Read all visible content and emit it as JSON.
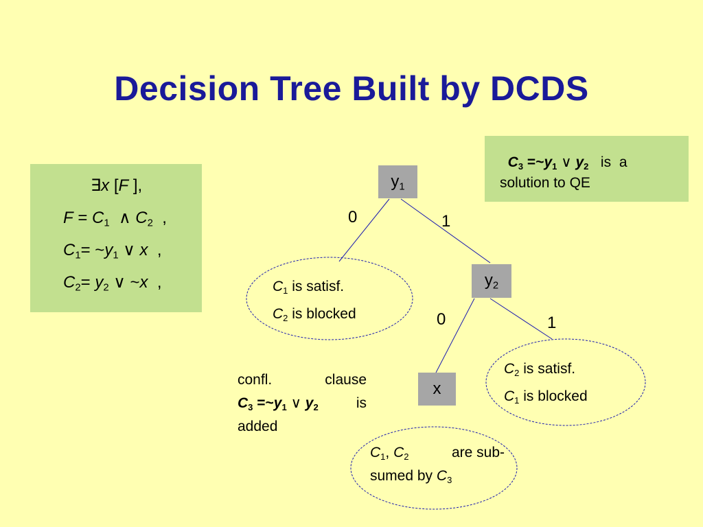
{
  "title": "Decision Tree Built by DCDS",
  "formula": {
    "exists": "∃",
    "line1_var": "x",
    "line1_open": "[",
    "line1_F": "F",
    "line1_close": "],",
    "line2": {
      "F": "F",
      "eq": "=",
      "C": "C",
      "sub1": "1",
      "and": "∧",
      "sub2": "2",
      "end": ","
    },
    "line3": {
      "C": "C",
      "sub": "1",
      "eq": "= ~",
      "y": "y",
      "ysub": "1",
      "or": "∨",
      "x": "x",
      "end": ","
    },
    "line4": {
      "C": "C",
      "sub": "2",
      "eq": "=",
      "y": "y",
      "ysub": "2",
      "or": "∨ ~",
      "x": "x",
      "end": ","
    }
  },
  "qe_box": {
    "C": "C",
    "Csub": "3",
    "eq": " =~",
    "y1": "y",
    "y1sub": "1",
    "or": "∨",
    "y2": "y",
    "y2sub": "2",
    "tail1": "is a",
    "tail2": "solution to QE"
  },
  "nodes": {
    "y1": {
      "var": "y",
      "sub": "1"
    },
    "y2": {
      "var": "y",
      "sub": "2"
    },
    "x": {
      "var": "x"
    }
  },
  "edge_labels": {
    "y1_left": "0",
    "y1_right": "1",
    "y2_left": "0",
    "y2_right": "1"
  },
  "ellipse_left": {
    "l1_C": "C",
    "l1_sub": "1",
    "l1_text": "is satisf.",
    "l2_C": "C",
    "l2_sub": "2",
    "l2_text": "is blocked"
  },
  "ellipse_right": {
    "l1_C": "C",
    "l1_sub": "2",
    "l1_text": "is satisf.",
    "l2_C": "C",
    "l2_sub": "1",
    "l2_text": "is blocked"
  },
  "conflict_note": {
    "w1": "confl.",
    "w2": "clause",
    "C": "C",
    "Csub": "3",
    "eq": " =~",
    "y1": "y",
    "y1sub": "1",
    "or": "∨",
    "y2": "y",
    "y2sub": "2",
    "is": "is",
    "line3": "added"
  },
  "bottom_ellipse": {
    "C1": "C",
    "C1sub": "1",
    "comma": ",",
    "C2": "C",
    "C2sub": "2",
    "are": "are sub-",
    "sumed": "sumed by",
    "C3": "C",
    "C3sub": "3"
  },
  "colors": {
    "background": "#FFFFB2",
    "title": "#1A1A99",
    "box": "#C2E08F",
    "node": "#A6A6A6",
    "edge": "#1A1AB0"
  }
}
